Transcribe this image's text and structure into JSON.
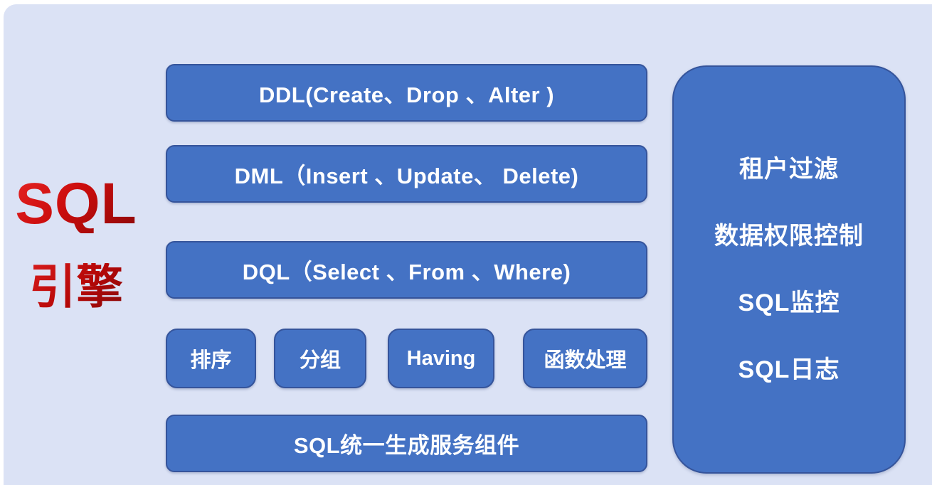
{
  "diagram": {
    "kind": "sql-engine-architecture"
  },
  "colors": {
    "panel_background": "#dbe2f5",
    "page_background": "#ffffff",
    "node_fill": "#4472c4",
    "node_border": "#35549b",
    "node_text": "#ffffff",
    "title_red": "#c00000"
  },
  "title": {
    "line1": "SQL",
    "line2": "引擎"
  },
  "statement_boxes": [
    {
      "label": "DDL(Create、Drop 、Alter )"
    },
    {
      "label": "DML（Insert 、Update、 Delete)"
    },
    {
      "label": "DQL（Select 、From 、Where)"
    }
  ],
  "clause_boxes": [
    {
      "label": "排序"
    },
    {
      "label": "分组"
    },
    {
      "label": "Having"
    },
    {
      "label": "函数处理"
    }
  ],
  "bottom_box": {
    "label": "SQL统一生成服务组件"
  },
  "right_panel": {
    "items": [
      {
        "label": "租户过滤"
      },
      {
        "label": "数据权限控制"
      },
      {
        "label": "SQL监控"
      },
      {
        "label": "SQL日志"
      }
    ]
  }
}
